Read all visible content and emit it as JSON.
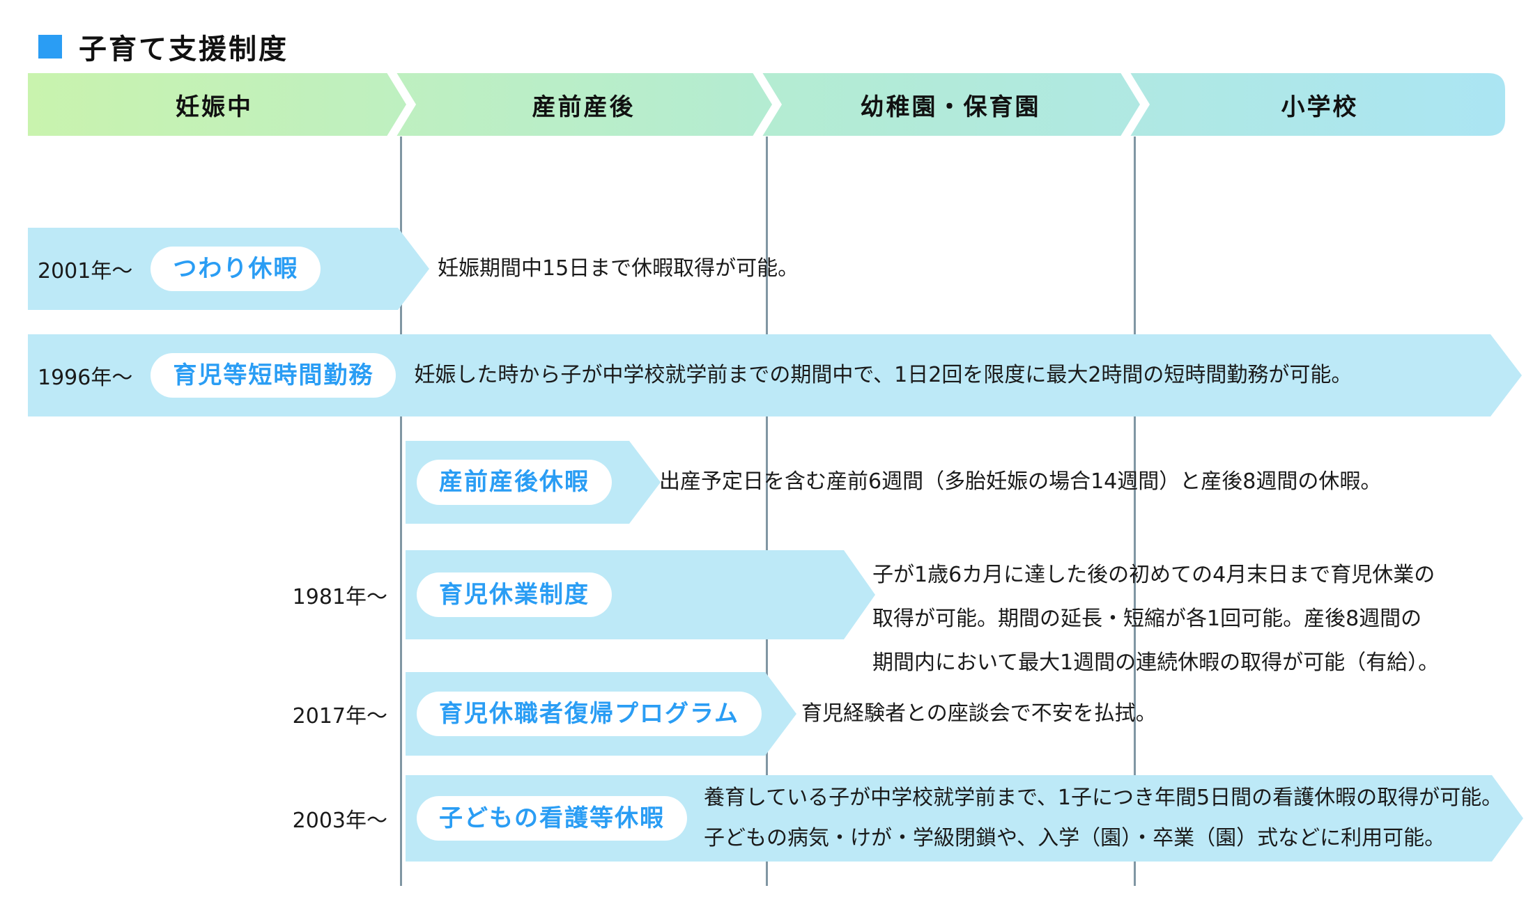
{
  "title": {
    "text": "子育て支援制度"
  },
  "colors": {
    "accent_blue": "#2a9df4",
    "pill_text_blue": "#35a3ea",
    "bar_blue": "#bde9f7",
    "guide_line_gray": "#8096a3",
    "header_gradient_start": "#c9f3ae",
    "header_gradient_mid": "#b4ecd2",
    "header_gradient_end": "#abe5f3",
    "text_black": "#1a1a1a"
  },
  "header": {
    "phases": [
      "妊娠中",
      "産前産後",
      "幼稚園・保育園",
      "小学校"
    ]
  },
  "rows": [
    {
      "year": "2001年〜",
      "label": "つわり休暇",
      "desc": [
        "妊娠期間中15日まで休暇取得が可能。"
      ]
    },
    {
      "year": "1996年〜",
      "label": "育児等短時間勤務",
      "desc": [
        "妊娠した時から子が中学校就学前までの期間中で、1日2回を限度に最大2時間の短時間勤務が可能。"
      ]
    },
    {
      "year": "",
      "label": "産前産後休暇",
      "desc": [
        "出産予定日を含む産前6週間（多胎妊娠の場合14週間）と産後8週間の休暇。"
      ]
    },
    {
      "year": "1981年〜",
      "label": "育児休業制度",
      "desc": [
        "子が1歳6カ月に達した後の初めての4月末日まで育児休業の",
        "取得が可能。期間の延長・短縮が各1回可能。産後8週間の",
        "期間内において最大1週間の連続休暇の取得が可能（有給）。"
      ]
    },
    {
      "year": "2017年〜",
      "label": "育児休職者復帰プログラム",
      "desc": [
        "育児経験者との座談会で不安を払拭。"
      ]
    },
    {
      "year": "2003年〜",
      "label": "子どもの看護等休暇",
      "desc": [
        "養育している子が中学校就学前まで、1子につき年間5日間の看護休暇の取得が可能。",
        "子どもの病気・けが・学級閉鎖や、入学（園）・卒業（園）式などに利用可能。"
      ]
    }
  ]
}
